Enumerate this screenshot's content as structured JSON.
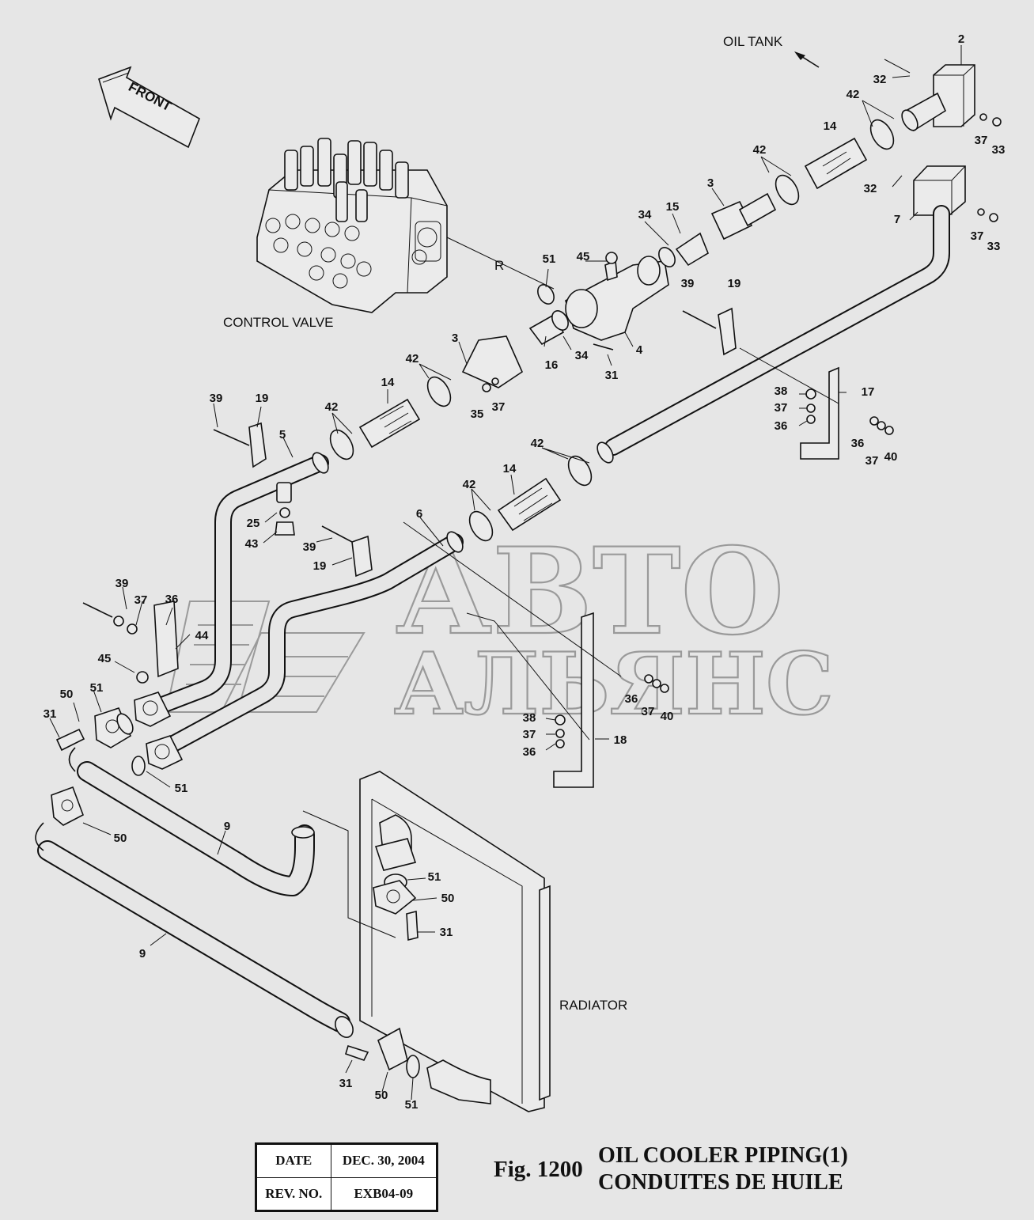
{
  "figure": {
    "number": "Fig. 1200",
    "title_en": "OIL COOLER PIPING(1)",
    "title_fr": "CONDUITES DE HUILE"
  },
  "title_block": {
    "date_label": "DATE",
    "date_value": "DEC. 30, 2004",
    "rev_label": "REV. NO.",
    "rev_value": "EXB04-09"
  },
  "callouts": {
    "oil_tank": "OIL TANK",
    "control_valve": "CONTROL VALVE",
    "radiator": "RADIATOR",
    "front": "FRONT",
    "r": "R"
  },
  "watermark": {
    "line1": "АВТО",
    "line2": "АЛЬЯНС"
  },
  "part_numbers": {
    "p2": "2",
    "p3a": "3",
    "p3b": "3",
    "p4": "4",
    "p5": "5",
    "p6": "6",
    "p7": "7",
    "p9a": "9",
    "p9b": "9",
    "p14a": "14",
    "p14b": "14",
    "p14c": "14",
    "p15": "15",
    "p16": "16",
    "p17": "17",
    "p18": "18",
    "p19a": "19",
    "p19b": "19",
    "p19c": "19",
    "p25": "25",
    "p31a": "31",
    "p31b": "31",
    "p31c": "31",
    "p31d": "31",
    "p32a": "32",
    "p32b": "32",
    "p33a": "33",
    "p33b": "33",
    "p34a": "34",
    "p34b": "34",
    "p35": "35",
    "p36a": "36",
    "p36b": "36",
    "p36c": "36",
    "p36d": "36",
    "p36e": "36",
    "p37a": "37",
    "p37b": "37",
    "p37c": "37",
    "p37d": "37",
    "p37e": "37",
    "p37f": "37",
    "p37g": "37",
    "p37h": "37",
    "p38a": "38",
    "p38b": "38",
    "p39a": "39",
    "p39b": "39",
    "p39c": "39",
    "p39d": "39",
    "p40a": "40",
    "p40b": "40",
    "p42a": "42",
    "p42b": "42",
    "p42c": "42",
    "p42d": "42",
    "p42e": "42",
    "p42f": "42",
    "p43": "43",
    "p44": "44",
    "p45a": "45",
    "p45b": "45",
    "p50a": "50",
    "p50b": "50",
    "p50c": "50",
    "p50d": "50",
    "p51a": "51",
    "p51b": "51",
    "p51c": "51",
    "p51d": "51",
    "p51e": "51"
  }
}
